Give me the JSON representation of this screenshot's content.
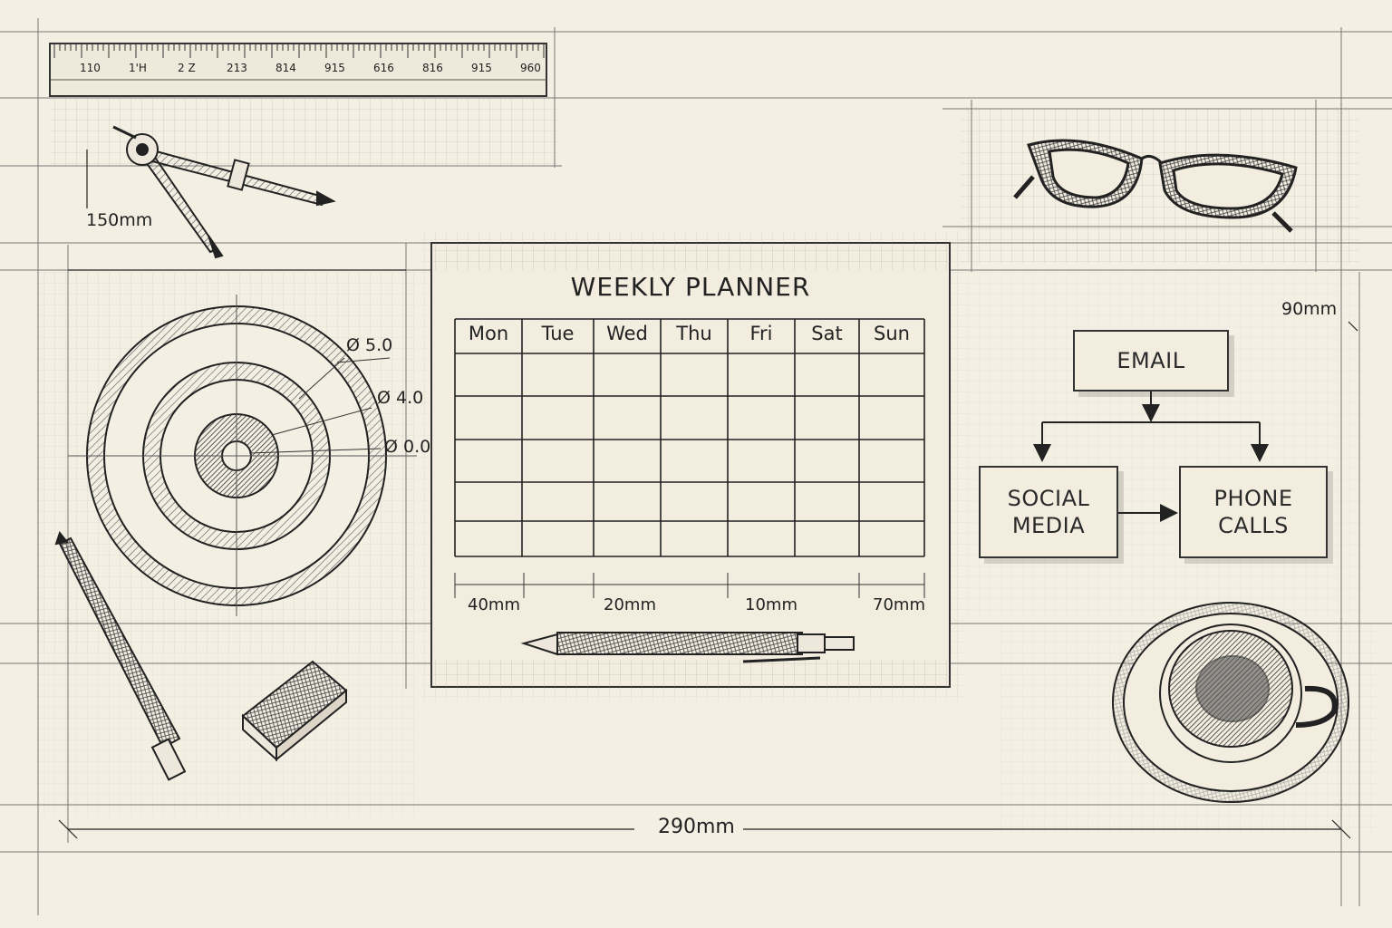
{
  "ruler": {
    "ticks": [
      "110",
      "1'H",
      "2 Z",
      "213",
      "814",
      "915",
      "616",
      "816",
      "915",
      "960"
    ]
  },
  "dimensions": {
    "top_left": "150mm",
    "right": "90mm",
    "bottom": "290mm",
    "target": [
      "Ø 5.0",
      "Ø 4.0",
      "Ø 0.0"
    ],
    "planner_bottom": [
      "40mm",
      "20mm",
      "10mm",
      "70mm"
    ]
  },
  "planner": {
    "title": "WEEKLY PLANNER",
    "days": [
      "Mon",
      "Tue",
      "Wed",
      "Thu",
      "Fri",
      "Sat",
      "Sun"
    ]
  },
  "flow": {
    "email": "EMAIL",
    "social_line1": "SOCIAL",
    "social_line2": "MEDIA",
    "phone_line1": "PHONE",
    "phone_line2": "CALLS"
  }
}
